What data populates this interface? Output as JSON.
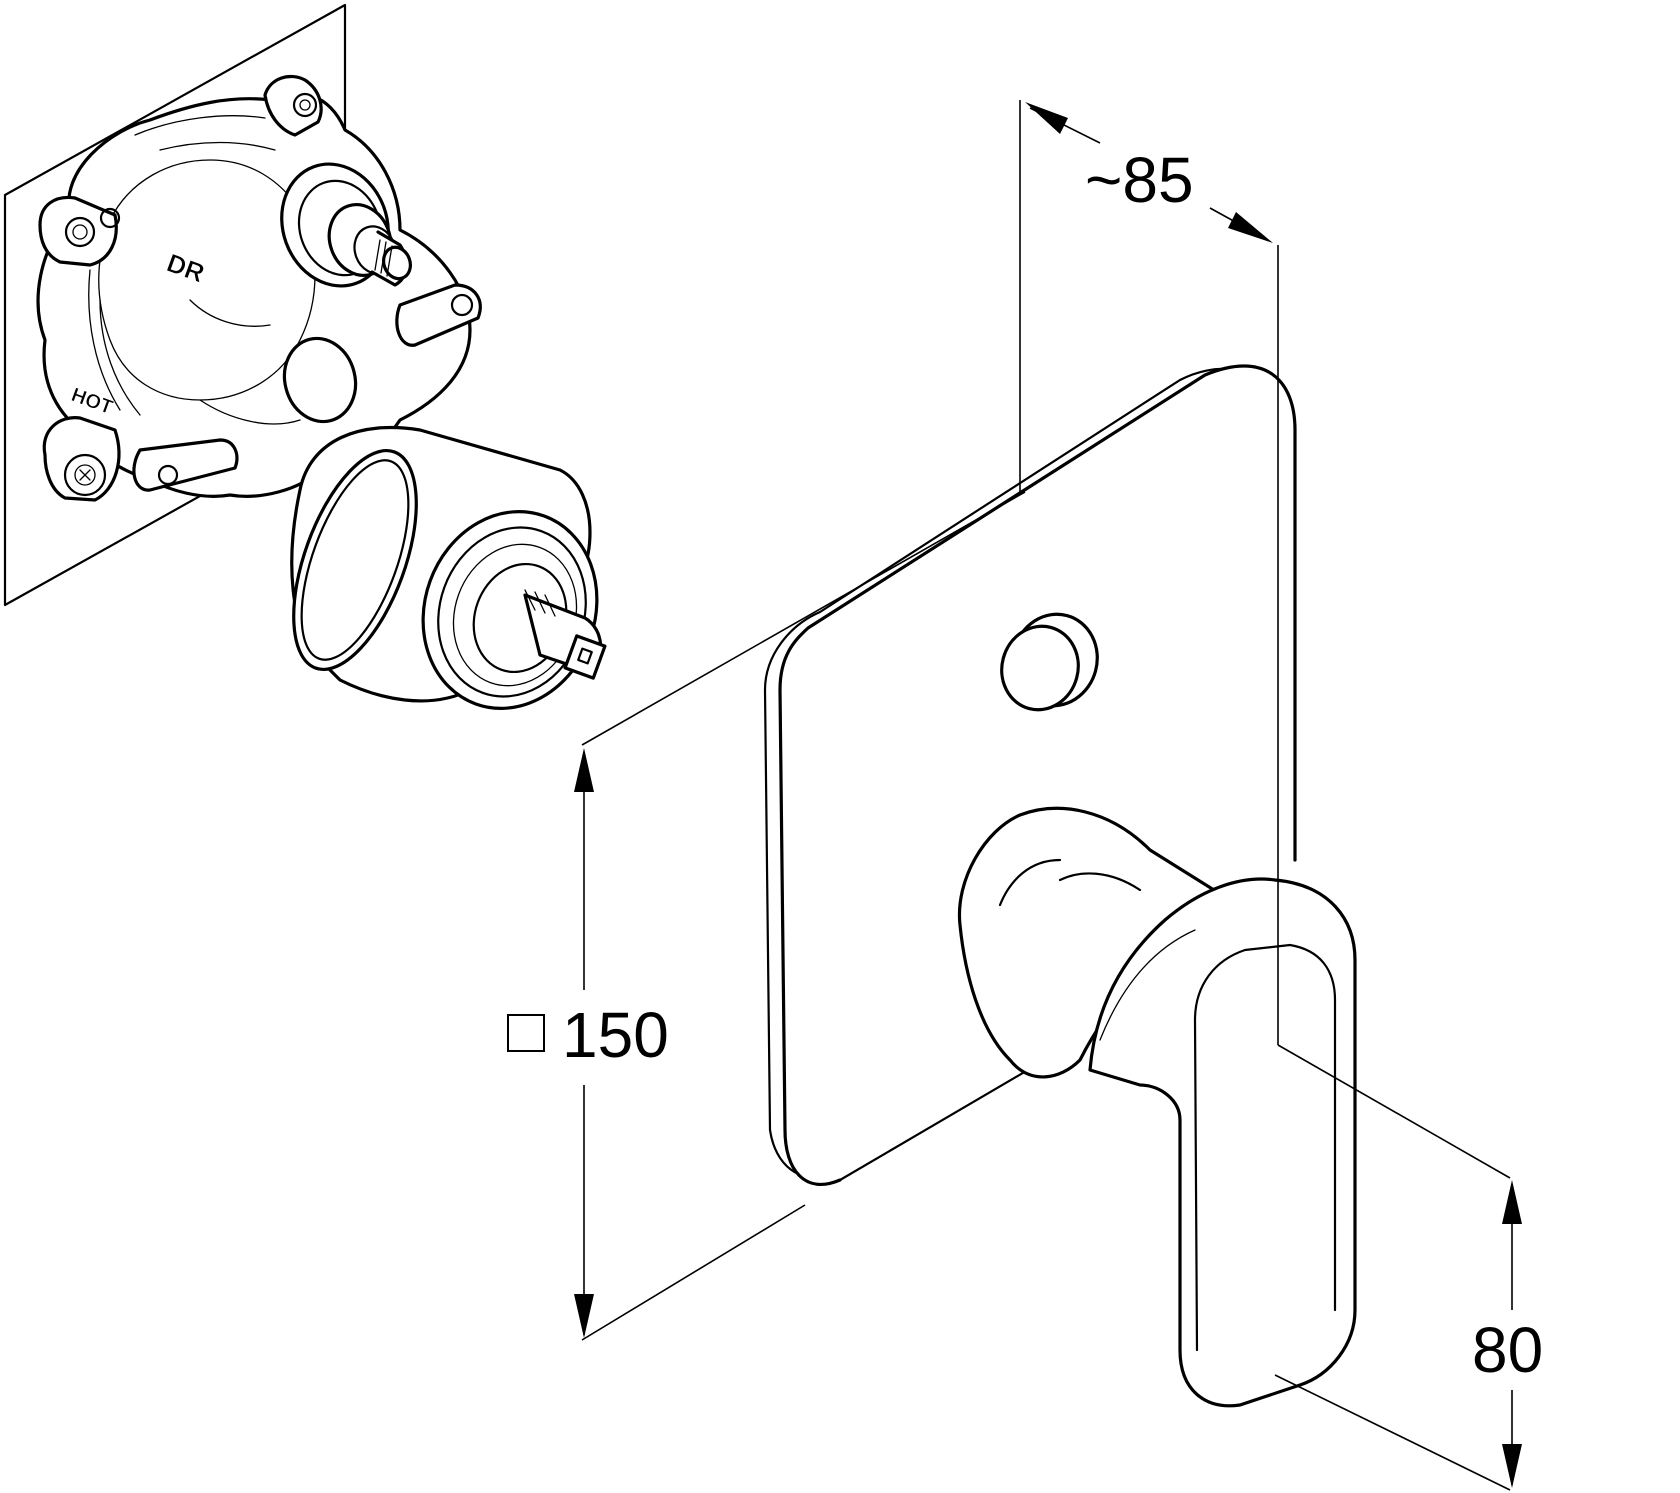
{
  "dimensions": {
    "depth": {
      "label": "~85"
    },
    "plate_size": {
      "symbol": "square",
      "label": "150"
    },
    "handle_height": {
      "label": "80"
    }
  },
  "valve_body_labels": {
    "diverter": "DR",
    "hot": "HOT"
  }
}
